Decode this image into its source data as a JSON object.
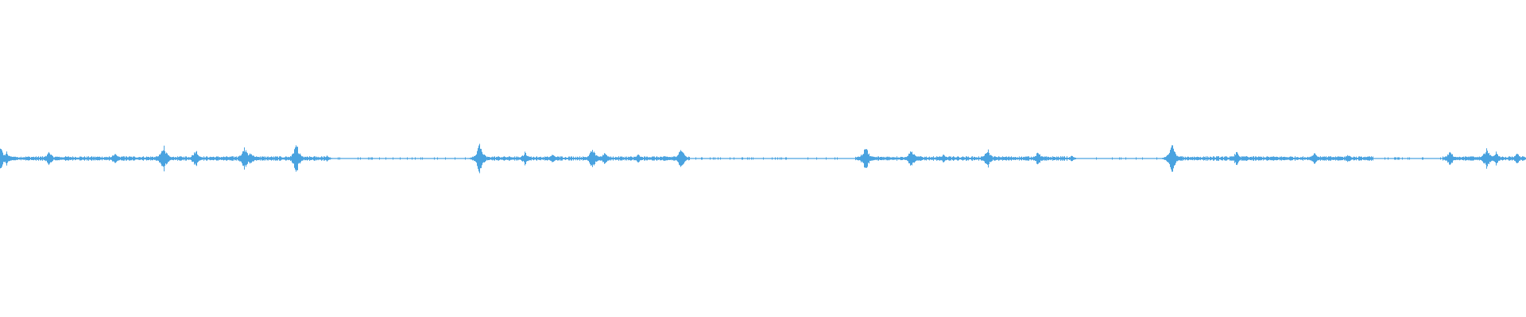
{
  "waveform": {
    "color": "#4aa3e0",
    "duration_fraction_covered": 1.0,
    "baseline_amplitude": 0.012,
    "peaks": [
      {
        "pos": 0.0,
        "amp": 0.09
      },
      {
        "pos": 0.004,
        "amp": 0.05
      },
      {
        "pos": 0.032,
        "amp": 0.05
      },
      {
        "pos": 0.075,
        "amp": 0.04
      },
      {
        "pos": 0.107,
        "amp": 0.1
      },
      {
        "pos": 0.128,
        "amp": 0.07
      },
      {
        "pos": 0.16,
        "amp": 0.09
      },
      {
        "pos": 0.164,
        "amp": 0.05
      },
      {
        "pos": 0.194,
        "amp": 0.11
      },
      {
        "pos": 0.214,
        "amp": 0.02
      },
      {
        "pos": 0.314,
        "amp": 0.12
      },
      {
        "pos": 0.344,
        "amp": 0.05
      },
      {
        "pos": 0.362,
        "amp": 0.03
      },
      {
        "pos": 0.388,
        "amp": 0.08
      },
      {
        "pos": 0.396,
        "amp": 0.05
      },
      {
        "pos": 0.418,
        "amp": 0.03
      },
      {
        "pos": 0.446,
        "amp": 0.08
      },
      {
        "pos": 0.567,
        "amp": 0.1
      },
      {
        "pos": 0.597,
        "amp": 0.07
      },
      {
        "pos": 0.618,
        "amp": 0.03
      },
      {
        "pos": 0.647,
        "amp": 0.07
      },
      {
        "pos": 0.68,
        "amp": 0.05
      },
      {
        "pos": 0.702,
        "amp": 0.02
      },
      {
        "pos": 0.768,
        "amp": 0.11
      },
      {
        "pos": 0.81,
        "amp": 0.05
      },
      {
        "pos": 0.861,
        "amp": 0.05
      },
      {
        "pos": 0.883,
        "amp": 0.03
      },
      {
        "pos": 0.95,
        "amp": 0.06
      },
      {
        "pos": 0.974,
        "amp": 0.08
      },
      {
        "pos": 0.98,
        "amp": 0.05
      },
      {
        "pos": 0.994,
        "amp": 0.04
      }
    ],
    "gaps": [
      {
        "start": 0.214,
        "end": 0.31
      },
      {
        "start": 0.452,
        "end": 0.56
      },
      {
        "start": 0.7,
        "end": 0.765
      },
      {
        "start": 0.9,
        "end": 0.945
      }
    ]
  }
}
